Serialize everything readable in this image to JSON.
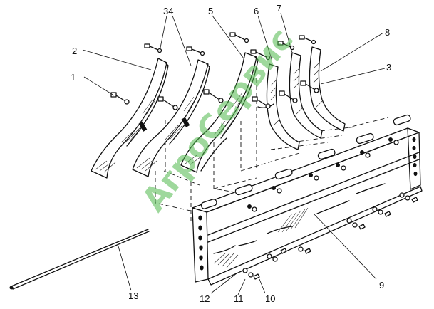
{
  "diagram": {
    "callouts": [
      {
        "id": "c1",
        "text": "1"
      },
      {
        "id": "c2",
        "text": "2"
      },
      {
        "id": "c34",
        "text": "34"
      },
      {
        "id": "c5",
        "text": "5"
      },
      {
        "id": "c6",
        "text": "6"
      },
      {
        "id": "c7",
        "text": "7"
      },
      {
        "id": "c8",
        "text": "8"
      },
      {
        "id": "c3",
        "text": "3"
      },
      {
        "id": "c9",
        "text": "9"
      },
      {
        "id": "c10",
        "text": "10"
      },
      {
        "id": "c11",
        "text": "11"
      },
      {
        "id": "c12",
        "text": "12"
      },
      {
        "id": "c13",
        "text": "13"
      }
    ],
    "watermark": "АгроСервис"
  },
  "colors": {
    "ink": "#111111",
    "watermark": "#4fb84a",
    "background": "#ffffff"
  }
}
